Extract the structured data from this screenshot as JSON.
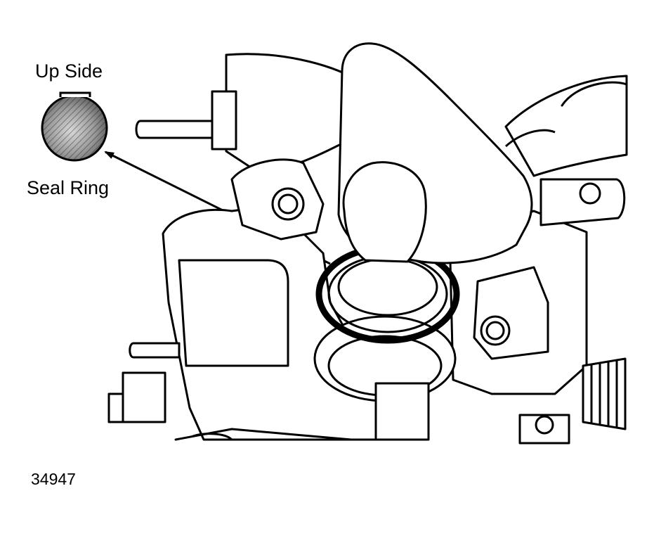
{
  "labels": {
    "up_side": "Up Side",
    "seal_ring": "Seal Ring"
  },
  "figure_number": "34947",
  "colors": {
    "ink": "#000000",
    "paper": "#ffffff"
  }
}
